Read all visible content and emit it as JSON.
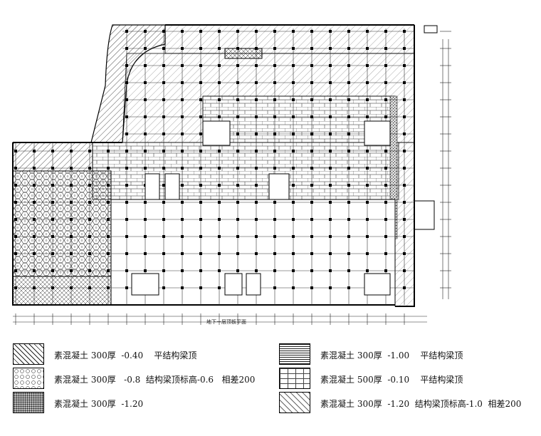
{
  "drawing": {
    "title": "地下一层顶板平面",
    "legend": [
      {
        "pattern": "diagonal-hatch",
        "label": "素混凝土 300厚  -0.40    平结构梁顶"
      },
      {
        "pattern": "hexagon-grid",
        "label": "素混凝土 300厚   -0.8  结构梁顶标高-0.6   相差200"
      },
      {
        "pattern": "dense-stipple",
        "label": "素混凝土 300厚  -1.20"
      },
      {
        "pattern": "striped-block",
        "label": "素混凝土 300厚  -1.00    平结构梁顶"
      },
      {
        "pattern": "brick-grid",
        "label": "素混凝土 500厚  -0.10    平结构梁顶"
      },
      {
        "pattern": "light-diagonal",
        "label": "素混凝土 300厚  -1.20  结构梁顶标高-1.0  相差200"
      }
    ]
  }
}
